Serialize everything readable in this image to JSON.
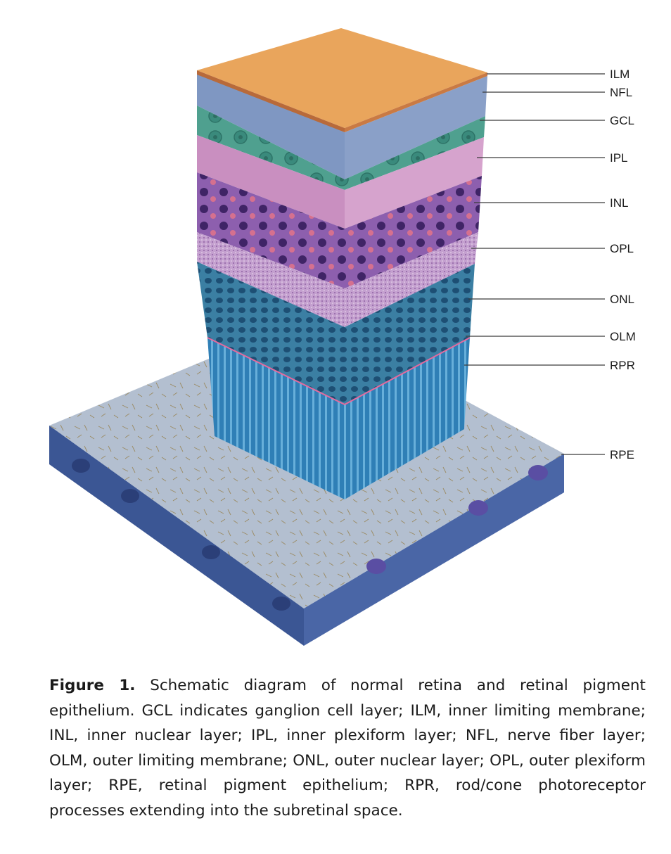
{
  "figure": {
    "layers": [
      {
        "name": "ILM",
        "color": "#e39a52"
      },
      {
        "name": "NFL",
        "color": "#7f97c2"
      },
      {
        "name": "GCL",
        "color": "#4fa08f"
      },
      {
        "name": "IPL",
        "color": "#c98fc0"
      },
      {
        "name": "INL",
        "color": "#6b3f8f"
      },
      {
        "name": "OPL",
        "color": "#c9a2d3"
      },
      {
        "name": "ONL",
        "color": "#2c6f92"
      },
      {
        "name": "OLM",
        "color": "#2c6f92"
      },
      {
        "name": "RPR",
        "color": "#3a8cc2"
      },
      {
        "name": "RPE",
        "color": "#a9b4c8"
      }
    ]
  },
  "caption": {
    "label": "Figure 1.",
    "text": " Schematic diagram of normal retina and retinal pigment epithelium. GCL indicates ganglion cell layer; ILM, inner limiting membrane; INL, inner nuclear layer; IPL, inner plexiform layer; NFL, nerve fiber layer; OLM, outer limiting membrane; ONL, outer nuclear layer; OPL, outer plexiform layer; RPE, retinal pigment epithelium; RPR, rod/cone photoreceptor processes extending into the subretinal space."
  }
}
